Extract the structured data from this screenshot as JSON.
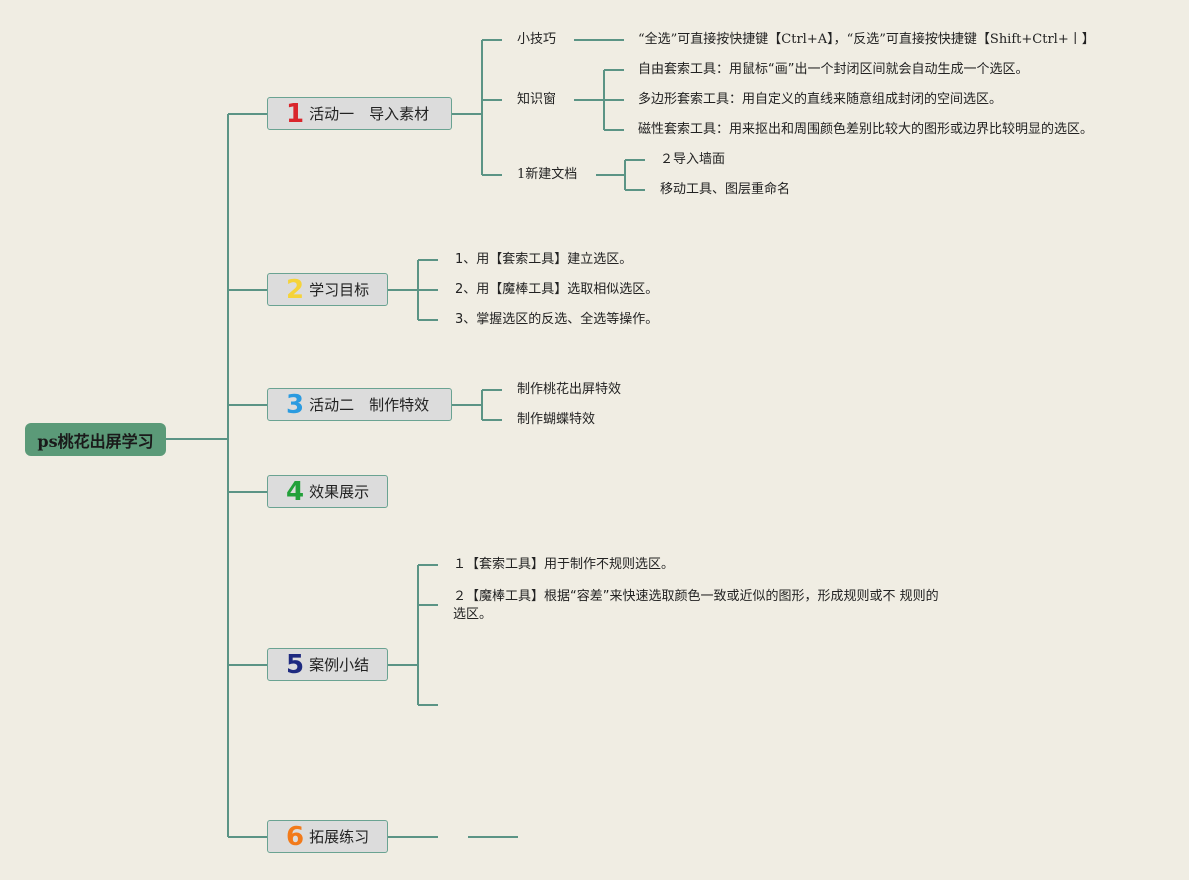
{
  "root": {
    "label": "ps桃花出屏学习",
    "color": "#5b9a78"
  },
  "topics": [
    {
      "number": "1",
      "number_color": "#d9262c",
      "label": "活动一　导入素材",
      "children": [
        {
          "label": "小技巧",
          "children": [
            {
              "label": "“全选”可直接按快捷键【Ctrl+A】，“反选”可直接按快捷键【Shift+Ctrl+丨】"
            }
          ]
        },
        {
          "label": "知识窗",
          "children": [
            {
              "label": "自由套索工具：用鼠标“画”出一个封闭区间就会自动生成一个选区。"
            },
            {
              "label": "多边形套索工具：用自定义的直线来随意组成封闭的空间选区。"
            },
            {
              "label": "磁性套索工具：用来抠出和周围颜色差别比较大的图形或边界比较明显的选区。"
            }
          ]
        },
        {
          "label": "1新建文档",
          "children": [
            {
              "label": "２导入墙面"
            },
            {
              "label": "移动工具、图层重命名"
            }
          ]
        }
      ]
    },
    {
      "number": "2",
      "number_color": "#f5d33a",
      "label": "学习目标",
      "children": [
        {
          "label": "1、用【套索工具】建立选区。"
        },
        {
          "label": "2、用【魔棒工具】选取相似选区。"
        },
        {
          "label": "3、掌握选区的反选、全选等操作。"
        }
      ]
    },
    {
      "number": "3",
      "number_color": "#2b9be0",
      "label": "活动二　制作特效",
      "children": [
        {
          "label": "制作桃花出屏特效"
        },
        {
          "label": "制作蝴蝶特效"
        }
      ]
    },
    {
      "number": "4",
      "number_color": "#23a03a",
      "label": "效果展示",
      "children": []
    },
    {
      "number": "5",
      "number_color": "#1e2a80",
      "label": "案例小结",
      "children": [
        {
          "label": "１【套索工具】用于制作不规则选区。"
        },
        {
          "label": "２【魔棒工具】根据“容差”来快速选取颜色一致或近似的图形，形成规则或不 规则的选区。"
        },
        {
          "label": ""
        }
      ]
    },
    {
      "number": "6",
      "number_color": "#f27a1a",
      "label": "拓展练习",
      "children": [
        {
          "label": ""
        },
        {
          "label": ""
        }
      ]
    }
  ],
  "colors": {
    "background": "#f0ede3",
    "connector": "#5b9485",
    "topic_fill": "#dcdcdc",
    "topic_border": "#6aa392"
  }
}
